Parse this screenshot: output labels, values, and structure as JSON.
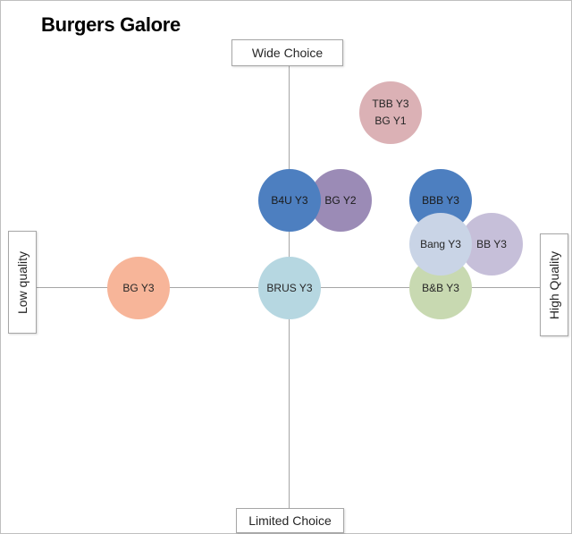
{
  "title": "Burgers Galore",
  "axes": {
    "top": "Wide Choice",
    "bottom": "Limited Choice",
    "left": "Low quality",
    "right": "High Quality"
  },
  "bubbles": [
    {
      "lines": [
        "TBB Y3",
        "BG Y1"
      ],
      "color": "#dbb1b5",
      "text_color": "#262626"
    },
    {
      "lines": [
        "BG Y2"
      ],
      "color": "#9b8bb6",
      "text_color": "#1a1a1a"
    },
    {
      "lines": [
        "B4U Y3"
      ],
      "color": "#4d7fc0",
      "text_color": "#1a1a1a"
    },
    {
      "lines": [
        "BBB Y3"
      ],
      "color": "#4d7fc0",
      "text_color": "#1a1a1a"
    },
    {
      "lines": [
        "BB Y3"
      ],
      "color": "#c6bfd9",
      "text_color": "#262626"
    },
    {
      "lines": [
        "B&B Y3"
      ],
      "color": "#c8d9b1",
      "text_color": "#262626"
    },
    {
      "lines": [
        "Bang Y3"
      ],
      "color": "#c9d4e6",
      "text_color": "#262626"
    },
    {
      "lines": [
        "BRUS Y3"
      ],
      "color": "#b6d7e1",
      "text_color": "#262626"
    },
    {
      "lines": [
        "BG Y3"
      ],
      "color": "#f7b599",
      "text_color": "#262626"
    }
  ]
}
